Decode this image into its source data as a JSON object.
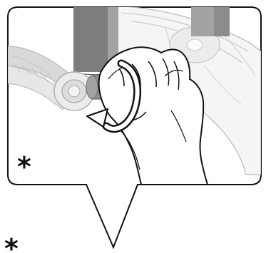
{
  "diagram": {
    "markers": {
      "inset_symbol": "*",
      "outer_symbol": "*"
    },
    "colors": {
      "background": "#ffffff",
      "line": "#111111",
      "dark_gray": "#7d7d7d",
      "mid_gray": "#a3a3a3",
      "light_gray": "#dcdcdc",
      "skin": "#ffffff"
    },
    "parts": [
      "callout-frame",
      "rear-post",
      "handle-arm",
      "handle-bolt",
      "clamp-knob",
      "tightening-hand",
      "rotation-arrow",
      "mower-housing"
    ]
  }
}
